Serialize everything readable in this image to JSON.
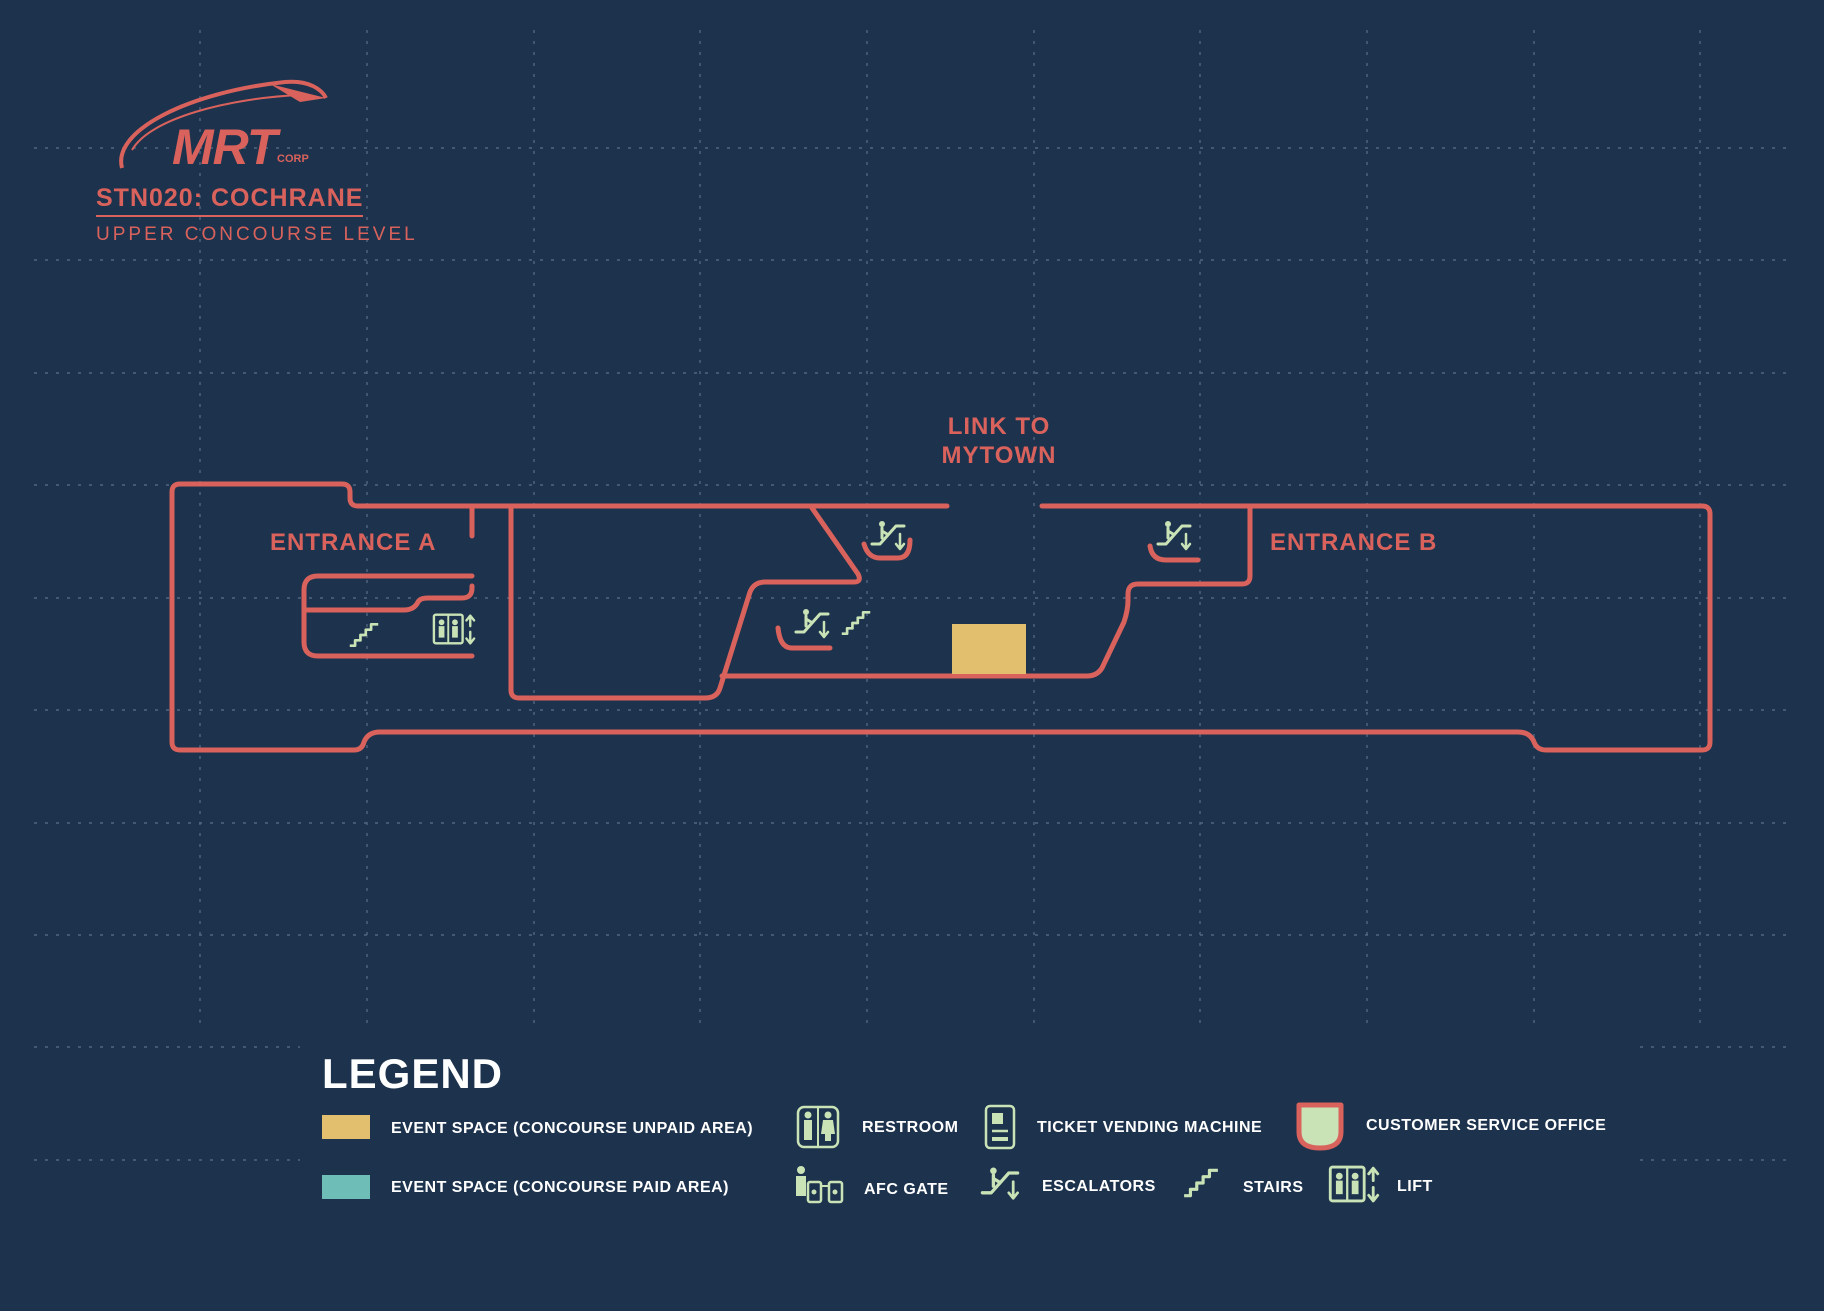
{
  "brand": {
    "logo_text": "MRT",
    "logo_sub": "CORP",
    "station_title": "STN020: COCHRANE",
    "level_title": "UPPER CONCOURSE LEVEL",
    "accent_color": "#d9625c",
    "icon_color": "#c9e3b7",
    "background_color": "#1d334d"
  },
  "map": {
    "labels": {
      "entrance_a": "ENTRANCE A",
      "entrance_b": "ENTRANCE B",
      "link_line1": "LINK TO",
      "link_line2": "MYTOWN"
    },
    "event_space_color": "#e2bf6e",
    "icons": [
      "escalator-icon",
      "stairs-icon",
      "lift-icon"
    ]
  },
  "legend": {
    "title": "LEGEND",
    "items": {
      "unpaid": "EVENT SPACE (CONCOURSE UNPAID AREA)",
      "paid": "EVENT SPACE (CONCOURSE PAID AREA)",
      "restroom": "RESTROOM",
      "afc": "AFC GATE",
      "tvm": "TICKET VENDING MACHINE",
      "escalators": "ESCALATORS",
      "stairs": "STAIRS",
      "cso": "CUSTOMER SERVICE OFFICE",
      "lift": "LIFT"
    },
    "colors": {
      "unpaid": "#e2bf6e",
      "paid": "#6fbdb7",
      "cso_fill": "#c9e3b7"
    }
  }
}
